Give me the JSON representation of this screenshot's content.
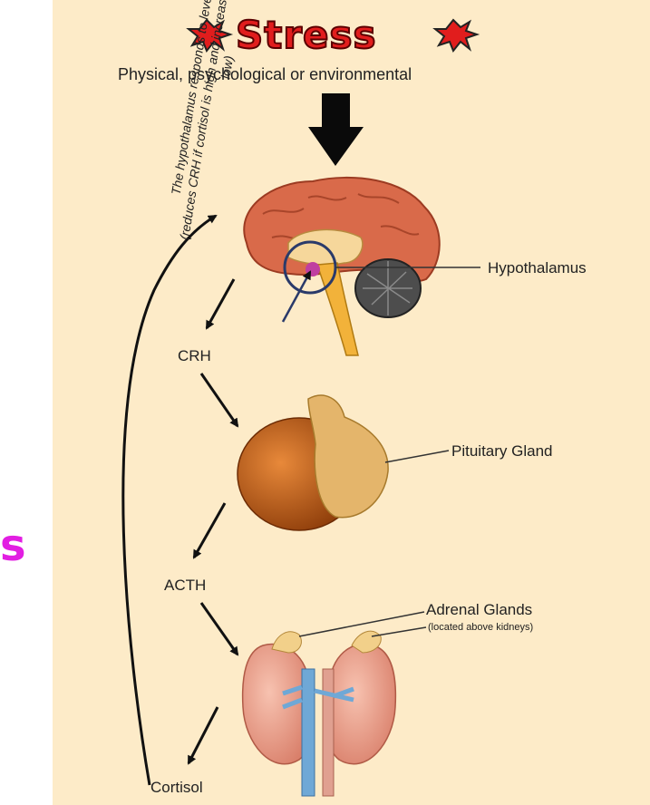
{
  "title": "Stress",
  "subtitle": "Physical, psychological or environmental",
  "labels": {
    "hypothalamus": "Hypothalamus",
    "crh": "CRH",
    "pituitary": "Pituitary Gland",
    "acth": "ACTH",
    "adrenal": "Adrenal Glands",
    "adrenal_note": "(located above kidneys)",
    "cortisol": "Cortisol"
  },
  "feedback_text": {
    "line1": "The hypothalamus responds to levels of cortisol",
    "line2": "(reduces CRH if cortisol is high and increases CRH if cortisol is low)"
  },
  "edge_text": "s",
  "colors": {
    "background": "#fdebc8",
    "stress": "#e11d1d",
    "edge": "#e21ee2"
  },
  "icons": [
    "starburst-icon",
    "down-arrow-icon",
    "brain-icon",
    "pituitary-icon",
    "kidneys-icon"
  ]
}
